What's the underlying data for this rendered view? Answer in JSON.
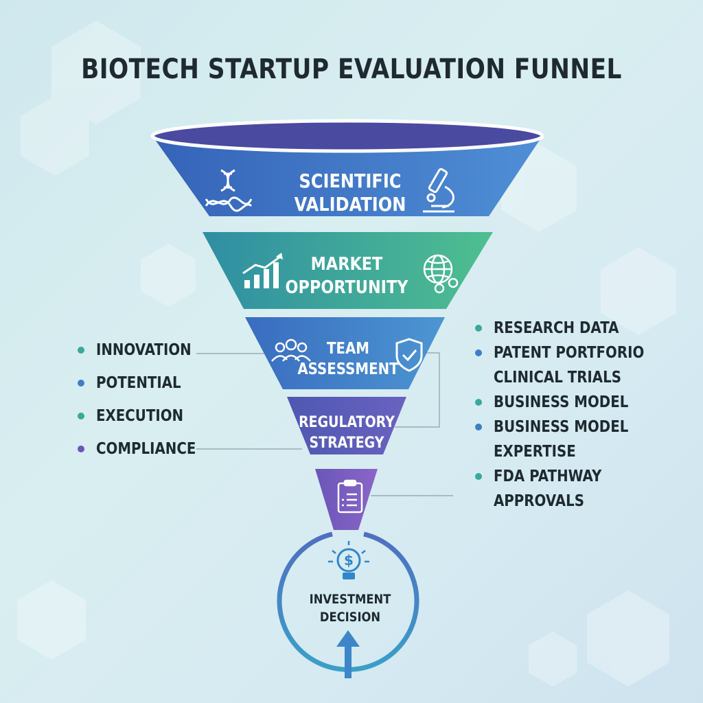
{
  "title": "BIOTECH STARTUP EVALUATION FUNNEL",
  "stages": [
    {
      "line1": "SCIENTIFIC",
      "line2": "VALIDATION",
      "icon_left": "dna-icon",
      "icon_right": "microscope-icon"
    },
    {
      "line1": "MARKET",
      "line2": "OPPORTUNITY",
      "icon_left": "growth-chart-icon",
      "icon_right": "globe-gears-icon"
    },
    {
      "line1": "TEAM",
      "line2": "ASSESSMENT",
      "icon_left": "team-icon",
      "icon_right": "shield-check-icon"
    },
    {
      "line1": "REGULATORY",
      "line2": "STRATEGY"
    },
    {
      "icon": "clipboard-icon"
    }
  ],
  "left_list": [
    "INNOVATION",
    "POTENTIAL",
    "EXECUTION",
    "COMPLIANCE"
  ],
  "right_list": [
    {
      "text": "RESEARCH DATA",
      "bullet": true
    },
    {
      "text": "PATENT PORTFORIO",
      "bullet": true
    },
    {
      "text": "CLINICAL TRIALS",
      "bullet": false
    },
    {
      "text": "BUSINESS MODEL",
      "bullet": true
    },
    {
      "text": "BUSINESS MODEL",
      "bullet": true
    },
    {
      "text": "EXPERTISE",
      "bullet": false
    },
    {
      "text": "FDA PATHWAY",
      "bullet": true
    },
    {
      "text": "APPROVALS",
      "bullet": false
    }
  ],
  "decision": {
    "line1": "INVESTMENT",
    "line2": "DECISION",
    "icon": "lightbulb-dollar-icon",
    "arrow_icon": "up-arrow-icon"
  },
  "colors": {
    "stage1": "#3f74c8",
    "stage2": "#35a79a",
    "stage3": "#3d7fc6",
    "stage4": "#5b57b3",
    "stage5": "#7a5ec0",
    "teal": "#3aa89a",
    "blue": "#3d7fc6",
    "purple": "#6a56b8"
  }
}
